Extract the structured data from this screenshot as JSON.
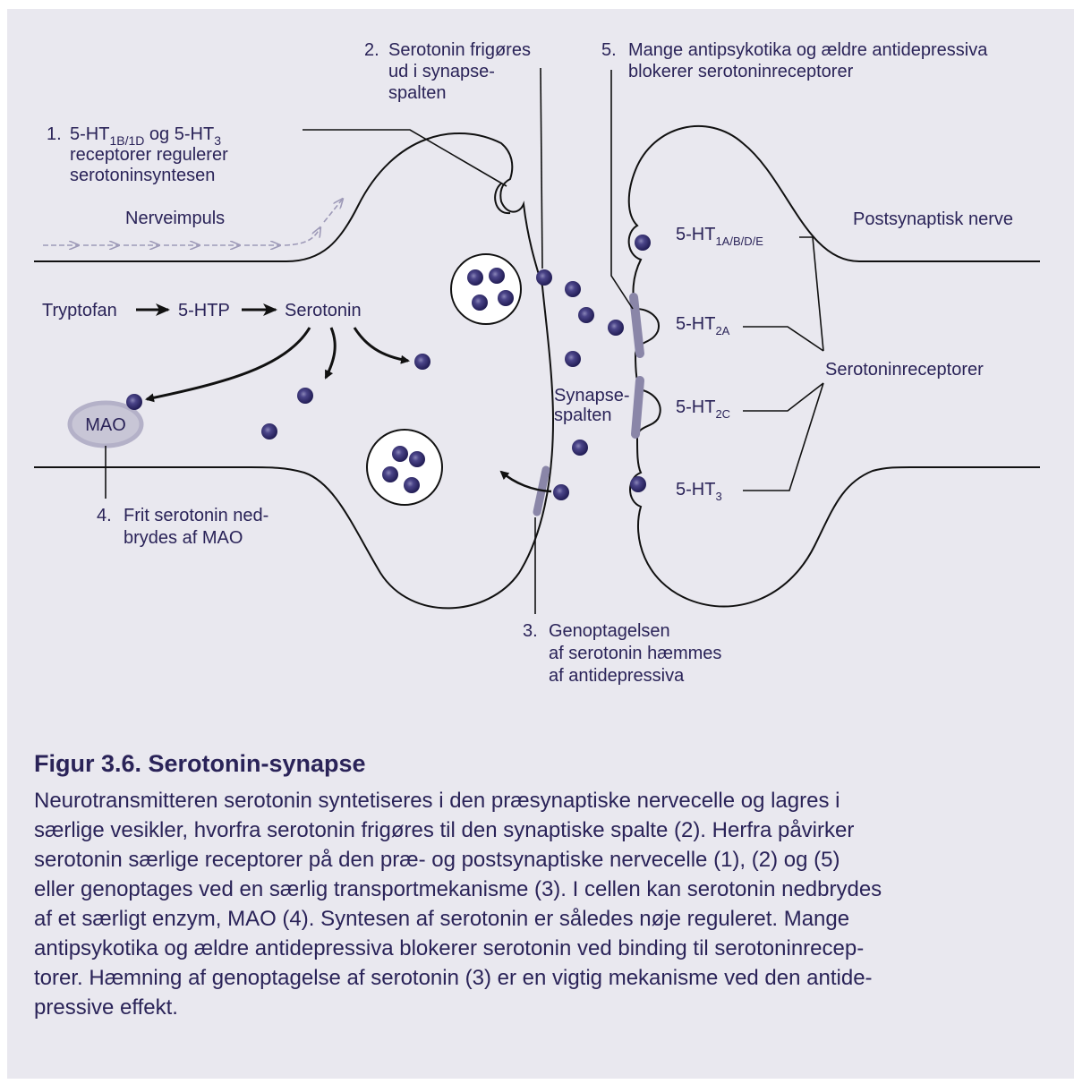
{
  "diagram": {
    "label1": {
      "number": "1.",
      "line1_a": "5-HT",
      "line1_sub1": "1B/1D",
      "line1_b": " og 5-HT",
      "line1_sub2": "3",
      "line2": "receptorer regulerer",
      "line3": "serotoninsyntesen"
    },
    "label2": {
      "number": "2.",
      "line1": "Serotonin frigøres",
      "line2": "ud i synapse-",
      "line3": "spalten"
    },
    "label3": {
      "number": "3.",
      "line1": "Genoptagelsen",
      "line2": "af serotonin hæmmes",
      "line3": "af antidepressiva"
    },
    "label4": {
      "number": "4.",
      "line1": "Frit serotonin ned-",
      "line2": "brydes af MAO"
    },
    "label5": {
      "number": "5.",
      "line1": "Mange antipsykotika og ældre antidepressiva",
      "line2": "blokerer serotoninreceptorer"
    },
    "nerveimpuls": "Nerveimpuls",
    "postsynaptic_label": "Postsynaptisk nerve",
    "pathway": {
      "tryptofan": "Tryptofan",
      "htp": "5-HTP",
      "serotonin": "Serotonin"
    },
    "mao": "MAO",
    "synapse_cleft": {
      "line1": "Synapse-",
      "line2": "spalten"
    },
    "receptors": [
      {
        "base": "5-HT",
        "sub": "1A/B/D/E"
      },
      {
        "base": "5-HT",
        "sub": "2A"
      },
      {
        "base": "5-HT",
        "sub": "2C"
      },
      {
        "base": "5-HT",
        "sub": "3"
      }
    ],
    "receptors_group_label": "Serotoninreceptorer"
  },
  "caption": {
    "title": "Figur 3.6. Serotonin-synapse",
    "lines": [
      "Neurotransmitteren serotonin syntetiseres i den præsynaptiske nervecelle og lagres i",
      "særlige vesikler, hvorfra serotonin frigøres til den synaptiske spalte (2). Herfra påvirker",
      "serotonin særlige receptorer på den præ- og postsynaptiske nervecelle (1), (2) og (5)",
      "eller genoptages ved en særlig transportmekanisme (3). I cellen kan serotonin nedbrydes",
      "af et særligt enzym, MAO (4). Syntesen af serotonin er således nøje reguleret. Mange",
      "antipsykotika og ældre antidepressiva blokerer serotonin ved binding til serotoninrecep-",
      "torer. Hæmning af genoptagelse af serotonin (3) er en vigtig mekanisme ved den antide-",
      "pressive effekt."
    ]
  },
  "colors": {
    "background": "#e9e8ef",
    "ink": "#2a2358",
    "molecule": "#3a3478",
    "transporter": "#8a86a8",
    "mao_fill": "#c8c6d6",
    "impulse_arrow": "#9e9ab8"
  }
}
